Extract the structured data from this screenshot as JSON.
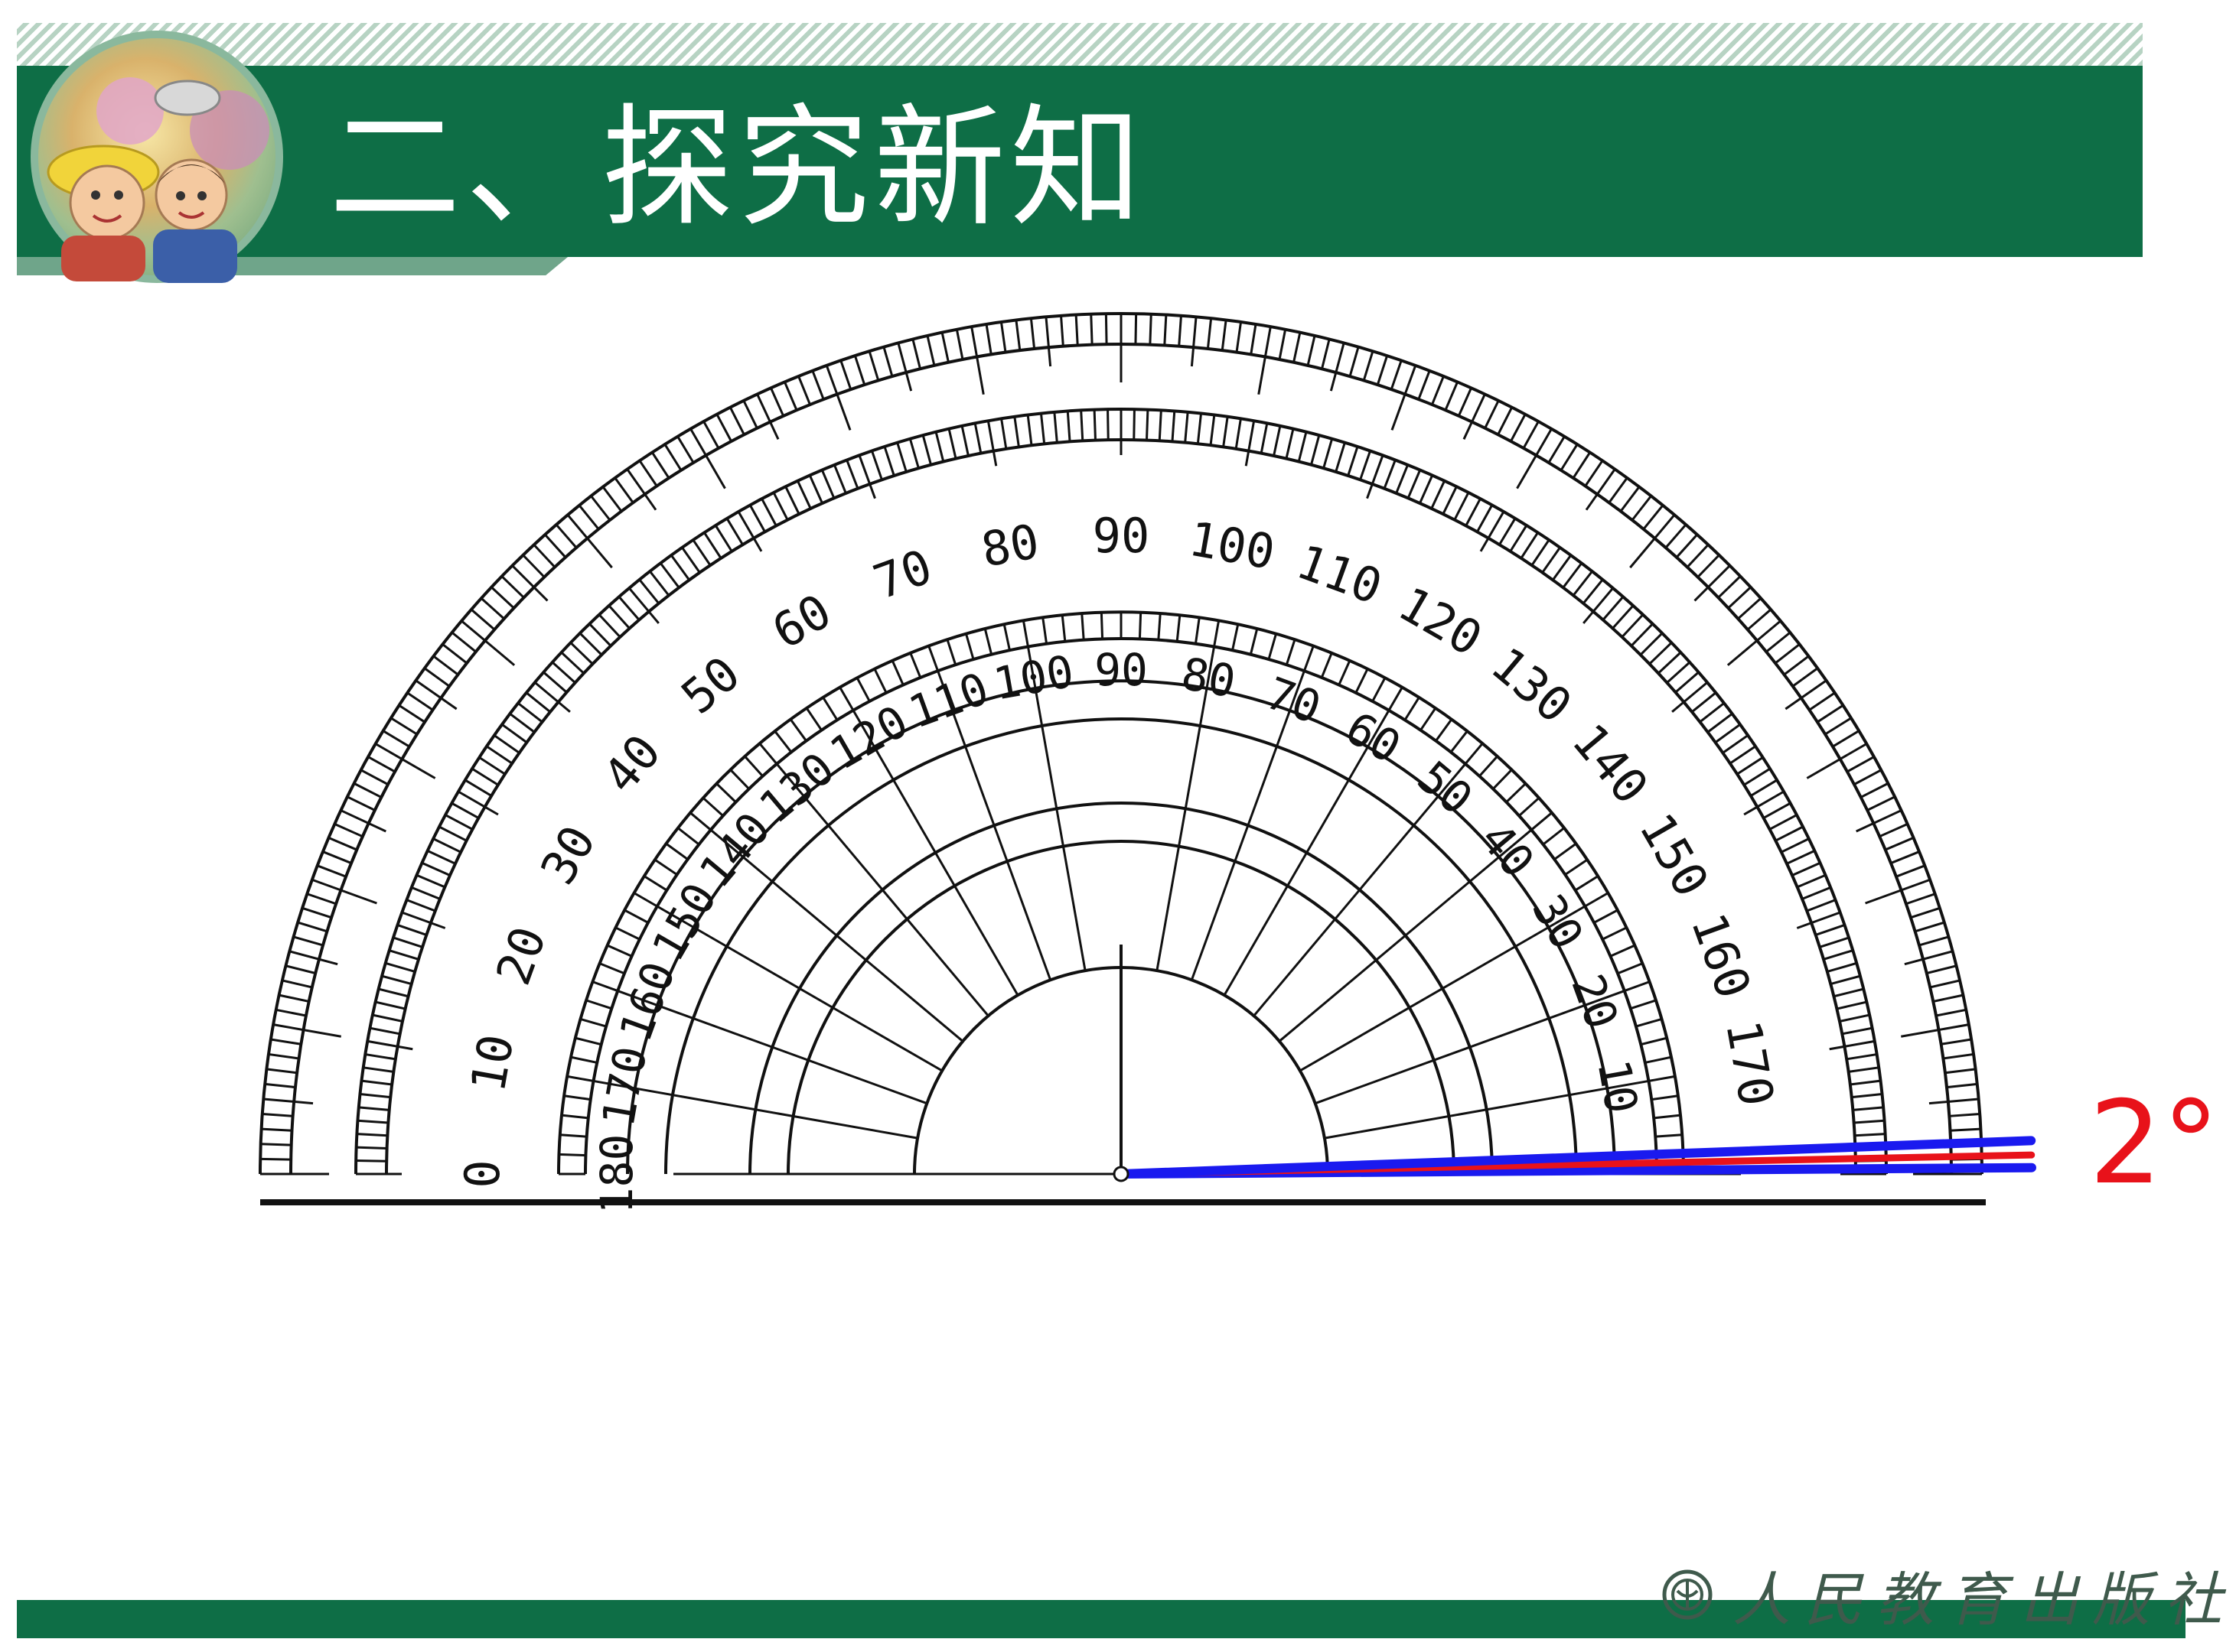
{
  "header": {
    "title": "二、探究新知"
  },
  "protractor": {
    "outer_scale": [
      "0",
      "10",
      "20",
      "30",
      "40",
      "50",
      "60",
      "70",
      "80",
      "90",
      "100",
      "110",
      "120",
      "130",
      "140",
      "150",
      "160",
      "170"
    ],
    "inner_scale": [
      "180",
      "170",
      "160",
      "150",
      "140",
      "130",
      "120",
      "110",
      "100",
      "90",
      "80",
      "70",
      "60",
      "50",
      "40",
      "30",
      "20",
      "10"
    ],
    "angle_degrees": 2,
    "angle_label": "2°"
  },
  "colors": {
    "header_green": "#0e6e46",
    "stripe_green": "#b7d3c3",
    "ray_red": "#e8121a",
    "ray_blue": "#1a1aef",
    "ink": "#111111"
  },
  "footer": {
    "publisher": "人民教育出版社",
    "logo_icon": "publisher-logo-icon"
  }
}
